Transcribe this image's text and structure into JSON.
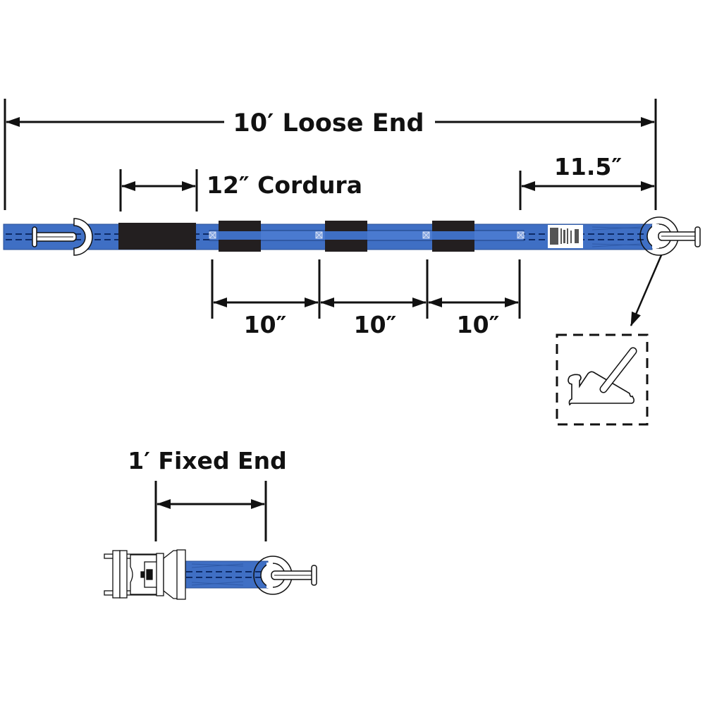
{
  "title": "Ratchet strap dimensions diagram",
  "colors": {
    "strap": "#3f6fc4",
    "strap_edge": "#2a4f96",
    "stitch": "#0d2a66",
    "cordura": "#231f20",
    "ink": "#111111",
    "hardware": "#ffffff"
  },
  "labels": {
    "loose_end": "10′ Loose End",
    "cordura": "12″ Cordura",
    "end_length": "11.5″",
    "spacing_1": "10″",
    "spacing_2": "10″",
    "spacing_3": "10″",
    "fixed_end": "1′ Fixed End"
  },
  "icons": {
    "detail_inset": "e-track-fitting-detail-icon",
    "fitting_left": "e-track-spring-fitting-icon",
    "fitting_right": "e-track-spring-fitting-icon",
    "ratchet": "ratchet-buckle-icon",
    "tag": "product-label-tag-icon"
  }
}
